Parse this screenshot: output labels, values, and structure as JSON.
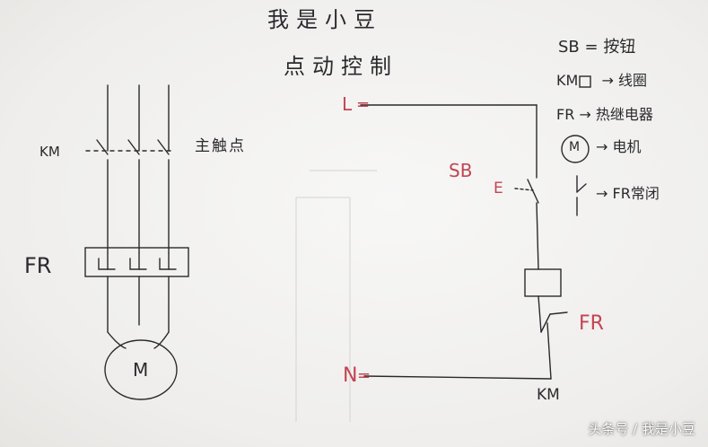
{
  "title": "我是小豆",
  "subtitle": "点动控制",
  "main_circuit": {
    "km_label": "KM",
    "contacts_label": "主触点",
    "fr_label": "FR",
    "motor_label": "M"
  },
  "control_circuit": {
    "l_label": "L",
    "n_label": "N",
    "sb_label": "SB",
    "e_label": "E",
    "fr_label": "FR",
    "km_label": "KM"
  },
  "legend": [
    {
      "symbol": "SB",
      "sep": "=",
      "text": "按钮"
    },
    {
      "symbol": "KM",
      "sep": "→",
      "text": "线圈"
    },
    {
      "symbol": "FR",
      "sep": "→",
      "text": "热继电器"
    },
    {
      "symbol": "M",
      "sep": "→",
      "text": "电机"
    },
    {
      "symbol": "",
      "sep": "→",
      "text": "FR常闭"
    }
  ],
  "watermark": "头条号 / 我是小豆",
  "colors": {
    "ink": "#2a2a2e",
    "red_ink": "#c44452",
    "paper": "#f4f3f1"
  }
}
